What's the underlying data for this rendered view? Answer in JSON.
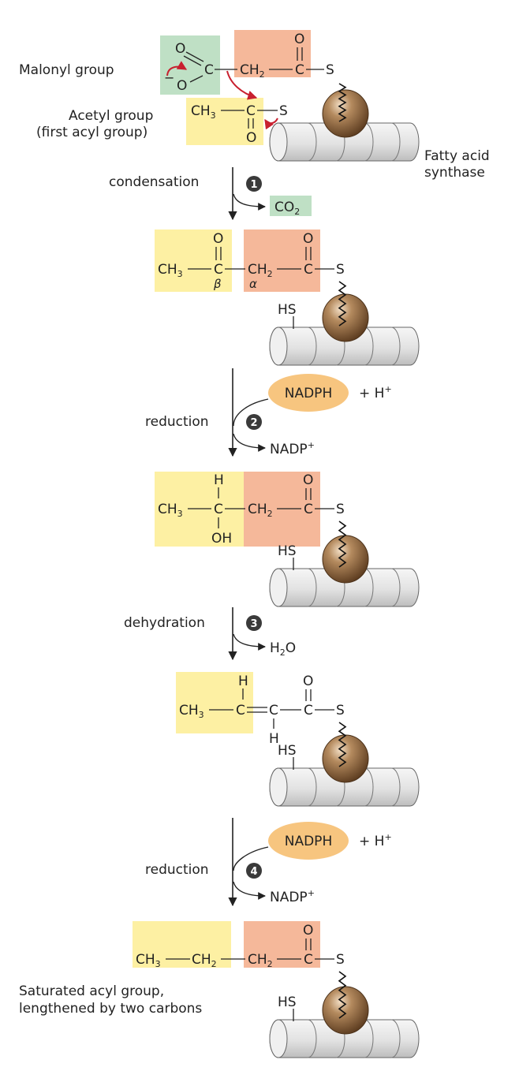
{
  "colors": {
    "yellow": "#fdf0a3",
    "orange": "#f5b89a",
    "green": "#bfe0c5",
    "nadph": "#f7c57f",
    "red_arrow": "#c8202f",
    "step_circle": "#3a3a3a",
    "enzyme_fill": "#e4e4e4",
    "ball": "#8b6440"
  },
  "labels": {
    "malonyl": "Malonyl group",
    "acetyl": "Acetyl group",
    "acetyl_sub": "(first acyl group)",
    "fas1": "Fatty acid",
    "fas2": "synthase",
    "saturated1": "Saturated acyl group,",
    "saturated2": "lengthened by two carbons"
  },
  "atoms": {
    "O": "O",
    "C": "C",
    "S": "S",
    "H": "H",
    "OH": "OH",
    "HS": "HS",
    "CH3": "CH",
    "CH2": "CH",
    "sub2": "2",
    "sub3": "3",
    "minus": "−",
    "beta": "β",
    "alpha": "α"
  },
  "steps": [
    {
      "number": "1",
      "name": "condensation",
      "product": "CO",
      "product_sub": "2"
    },
    {
      "number": "2",
      "name": "reduction",
      "reagent": "NADPH",
      "plus": "+ H",
      "plus_sup": "+",
      "product": "NADP",
      "product_sup": "+"
    },
    {
      "number": "3",
      "name": "dehydration",
      "product": "H",
      "product_sub": "2",
      "product_tail": "O"
    },
    {
      "number": "4",
      "name": "reduction",
      "reagent": "NADPH",
      "plus": "+ H",
      "plus_sup": "+",
      "product": "NADP",
      "product_sup": "+"
    }
  ]
}
